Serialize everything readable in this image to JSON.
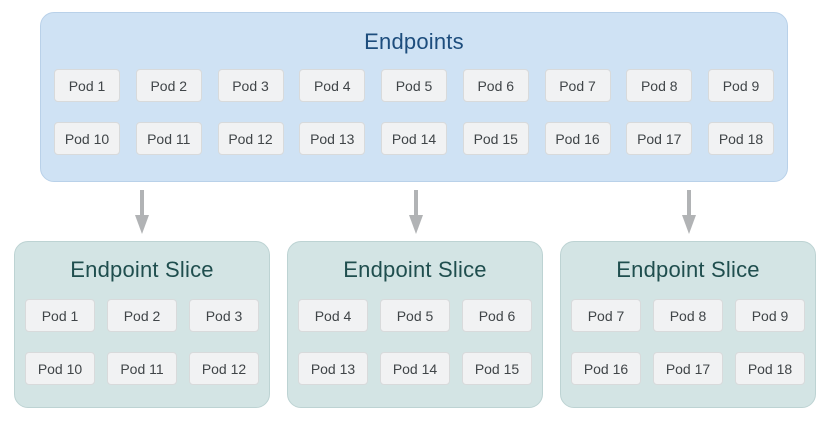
{
  "colors": {
    "endpoints_bg": "#cfe2f4",
    "endpoints_border": "#b9d1e9",
    "endpoints_title": "#1d4d7d",
    "slice_bg": "#d3e4e4",
    "slice_border": "#bdd3d3",
    "slice_title": "#1f4e4e",
    "pod_bg": "#f1f2f3",
    "pod_border": "#d8dadb",
    "pod_text": "#404548",
    "arrow": "#b1b3b5"
  },
  "endpoints": {
    "title": "Endpoints",
    "rows": [
      [
        "Pod 1",
        "Pod 2",
        "Pod 3",
        "Pod 4",
        "Pod 5",
        "Pod 6",
        "Pod 7",
        "Pod 8",
        "Pod 9"
      ],
      [
        "Pod 10",
        "Pod 11",
        "Pod 12",
        "Pod 13",
        "Pod 14",
        "Pod 15",
        "Pod 16",
        "Pod 17",
        "Pod 18"
      ]
    ]
  },
  "slices": [
    {
      "title": "Endpoint Slice",
      "rows": [
        [
          "Pod 1",
          "Pod 2",
          "Pod 3"
        ],
        [
          "Pod 10",
          "Pod 11",
          "Pod 12"
        ]
      ]
    },
    {
      "title": "Endpoint Slice",
      "rows": [
        [
          "Pod 4",
          "Pod 5",
          "Pod 6"
        ],
        [
          "Pod 13",
          "Pod 14",
          "Pod 15"
        ]
      ]
    },
    {
      "title": "Endpoint Slice",
      "rows": [
        [
          "Pod 7",
          "Pod 8",
          "Pod 9"
        ],
        [
          "Pod 16",
          "Pod 17",
          "Pod 18"
        ]
      ]
    }
  ]
}
